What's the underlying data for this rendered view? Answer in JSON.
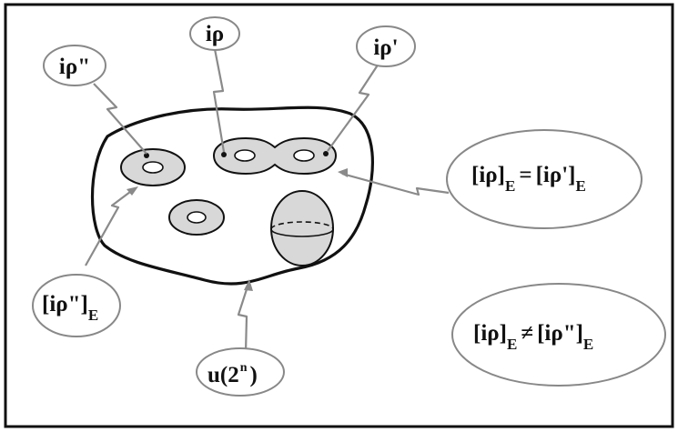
{
  "diagram": {
    "colors": {
      "frame": "#111111",
      "outline": "#111111",
      "surface_fill": "#d8d8d8",
      "bubble_stroke": "#888888",
      "pointer_stroke": "#8a8a8a",
      "background": "#ffffff"
    },
    "labels": {
      "i_rho_dd": {
        "base": "iρ\""
      },
      "i_rho": {
        "base": "iρ"
      },
      "i_rho_p": {
        "base": "iρ'"
      },
      "class_dd": {
        "base": "[iρ\"]",
        "sub": "E"
      },
      "u2n": {
        "base": "u(2",
        "sup": "n",
        "tail": ")"
      },
      "eq_left": {
        "base": "[iρ]",
        "sub": "E"
      },
      "eq_op": "=",
      "eq_right": {
        "base": "[iρ']",
        "sub": "E"
      },
      "neq_left": {
        "base": "[iρ]",
        "sub": "E"
      },
      "neq_op": "≠",
      "neq_right": {
        "base": "[iρ\"]",
        "sub": "E"
      }
    },
    "shapes": {
      "blob": "closed-curve",
      "surfaces": [
        "torus",
        "double-torus",
        "torus",
        "sphere"
      ]
    }
  }
}
